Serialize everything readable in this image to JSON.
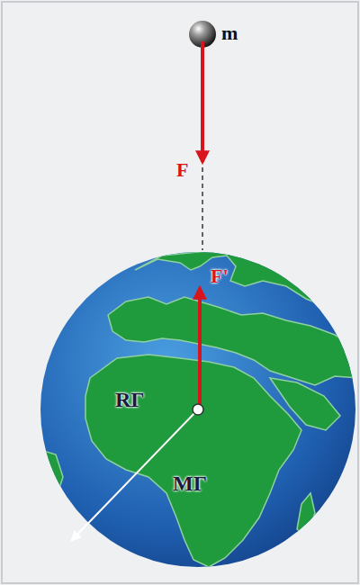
{
  "diagram": {
    "labels": [
      "m",
      "F",
      "F'",
      "RΓ",
      "MΓ"
    ]
  }
}
